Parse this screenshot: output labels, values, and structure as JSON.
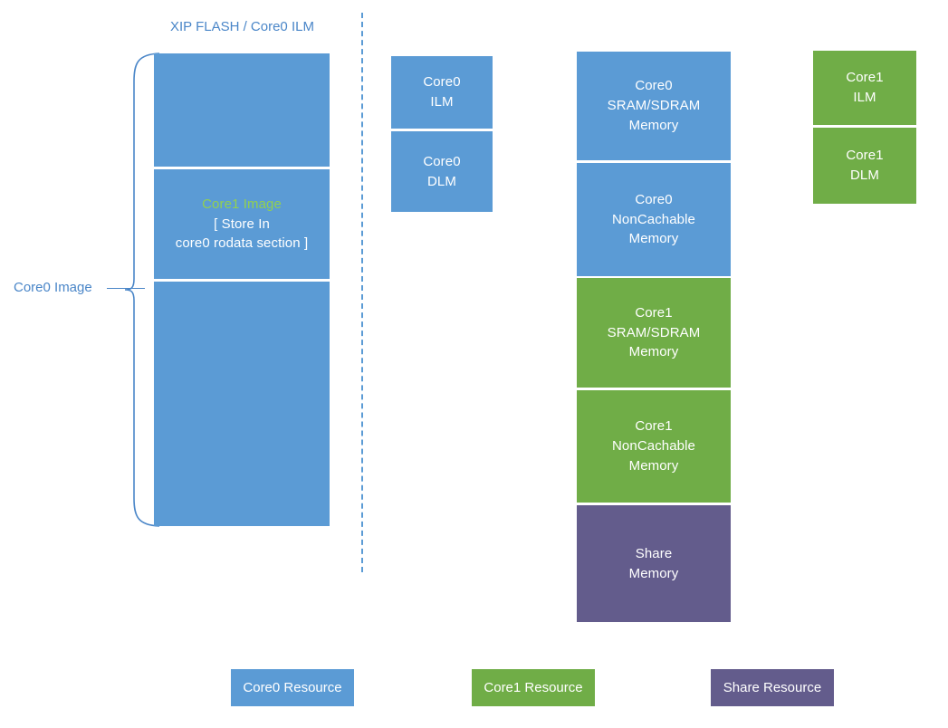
{
  "diagram": {
    "title_left": "XIP FLASH / Core0 ILM",
    "left_side_label": "Core0 Image",
    "flash_column": {
      "name": "xip-flash-core0-ilm-column",
      "blocks": [
        {
          "id": "core0-image-upper",
          "label": "",
          "color_key": "blue"
        },
        {
          "id": "core1-image",
          "title": "Core1 Image",
          "line1": "[ Store In",
          "line2": "core0 rodata section ]",
          "color_key": "blue"
        },
        {
          "id": "core0-image-lower",
          "label": "",
          "color_key": "blue"
        }
      ]
    },
    "core0_local_memory": {
      "name": "core0-local-memory-column",
      "blocks": [
        {
          "id": "core0-ilm",
          "line1": "Core0",
          "line2": "ILM",
          "color_key": "blue"
        },
        {
          "id": "core0-dlm",
          "line1": "Core0",
          "line2": "DLM",
          "color_key": "blue"
        }
      ]
    },
    "system_memory": {
      "name": "system-memory-column",
      "blocks": [
        {
          "id": "core0-sram-sdram-memory",
          "line1": "Core0",
          "line2": "SRAM/SDRAM",
          "line3": "Memory",
          "color_key": "blue"
        },
        {
          "id": "core0-noncachable-memory",
          "line1": "Core0",
          "line2": "NonCachable",
          "line3": "Memory",
          "color_key": "blue"
        },
        {
          "id": "core1-sram-sdram-memory",
          "line1": "Core1",
          "line2": "SRAM/SDRAM",
          "line3": "Memory",
          "color_key": "green"
        },
        {
          "id": "core1-noncachable-memory",
          "line1": "Core1",
          "line2": "NonCachable",
          "line3": "Memory",
          "color_key": "green"
        },
        {
          "id": "share-memory",
          "line1": "Share",
          "line2": "Memory",
          "line3": "",
          "color_key": "purple"
        }
      ]
    },
    "core1_local_memory": {
      "name": "core1-local-memory-column",
      "blocks": [
        {
          "id": "core1-ilm",
          "line1": "Core1",
          "line2": "ILM",
          "color_key": "green"
        },
        {
          "id": "core1-dlm",
          "line1": "Core1",
          "line2": "DLM",
          "color_key": "green"
        }
      ]
    },
    "legend": [
      {
        "id": "legend-core0-resource",
        "label": "Core0 Resource",
        "color_key": "blue"
      },
      {
        "id": "legend-core1-resource",
        "label": "Core1 Resource",
        "color_key": "green"
      },
      {
        "id": "legend-share-resource",
        "label": "Share Resource",
        "color_key": "purple"
      }
    ],
    "colors": {
      "blue": "#5b9bd5",
      "green": "#70ad47",
      "purple": "#635c8c",
      "text_blue": "#4a86c8",
      "core1_image_green": "#92d050",
      "white": "#ffffff"
    }
  }
}
